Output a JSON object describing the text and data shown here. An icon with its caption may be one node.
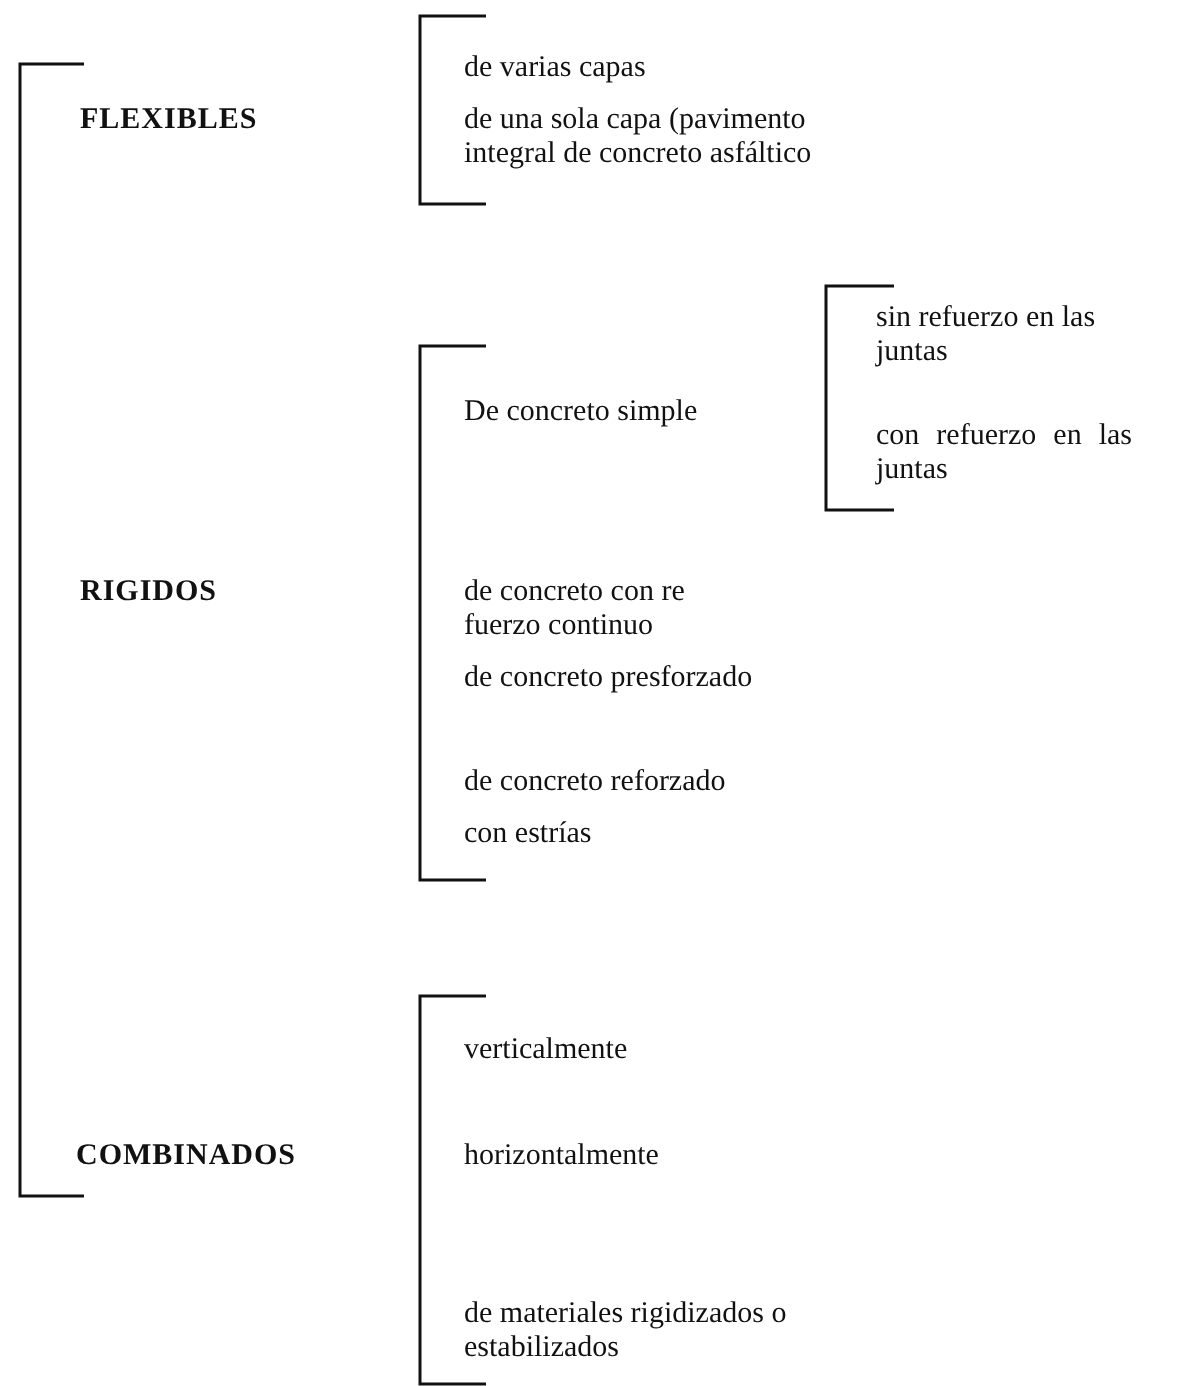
{
  "diagram": {
    "labels": [
      "de varias capas",
      "FLEXIBLES",
      "de una sola capa (pavimento integral de concreto asfáltico",
      "sin refuerzo en las juntas",
      "De concreto simple",
      "con refuerzo en las juntas",
      "RIGIDOS",
      "de concreto con re fuerzo continuo",
      "de concreto presforzado",
      "de concreto reforzado",
      "con estrías",
      "verticalmente",
      "COMBINADOS",
      "horizontalmente",
      "de materiales rigidizados o estabilizados"
    ]
  }
}
